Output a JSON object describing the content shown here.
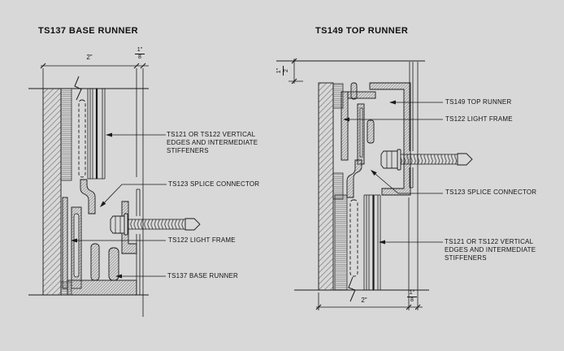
{
  "canvas": {
    "background": "#d8d8d8",
    "line_color": "#1a1a1a",
    "hatch_color": "#7d7d7d"
  },
  "left": {
    "title": "TS137 BASE RUNNER",
    "dim_width": "2\"",
    "dim_frac_num": "1\"",
    "dim_frac_den": "8",
    "callouts": {
      "stiffeners": "TS121 OR TS122 VERTICAL EDGES AND INTERMEDIATE STIFFENERS",
      "splice": "TS123 SPLICE CONNECTOR",
      "frame": "TS122 LIGHT FRAME",
      "runner": "TS137 BASE RUNNER"
    }
  },
  "right": {
    "title": "TS149 TOP RUNNER",
    "dim_height_num": "1\"",
    "dim_height_den": "2",
    "dim_width": "2\"",
    "dim_frac_num": "1\"",
    "dim_frac_den": "8",
    "callouts": {
      "runner": "TS149 TOP RUNNER",
      "frame": "TS122 LIGHT FRAME",
      "splice": "TS123 SPLICE CONNECTOR",
      "stiffeners": "TS121 OR TS122 VERTICAL EDGES AND INTERMEDIATE STIFFENERS"
    }
  }
}
